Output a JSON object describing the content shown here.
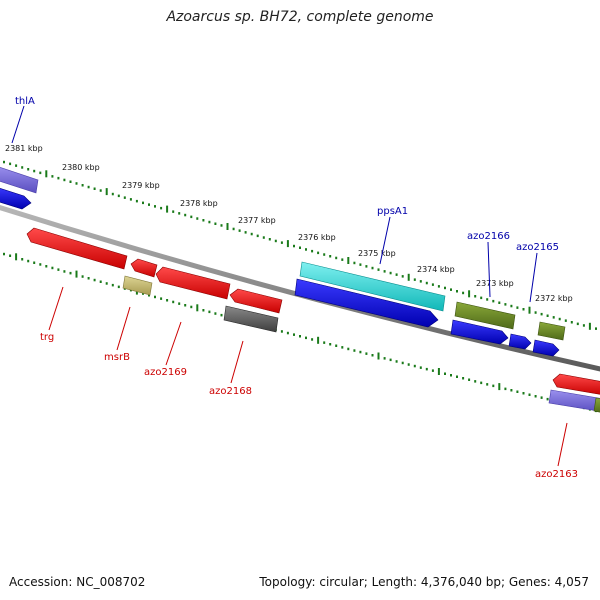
{
  "title": "Azoarcus sp. BH72, complete genome",
  "footer": {
    "accession": "Accession: NC_008702",
    "summary": "Topology: circular; Length: 4,376,040 bp; Genes: 4,057"
  },
  "colors": {
    "backbone": "#808080",
    "ticks": "#1a7a1a",
    "forward_label": "#0000aa",
    "reverse_label": "#cc0000"
  },
  "ruler_labels": [
    "2381 kbp",
    "2380 kbp",
    "2379 kbp",
    "2378 kbp",
    "2377 kbp",
    "2376 kbp",
    "2375 kbp",
    "2374 kbp",
    "2373 kbp",
    "2372 kbp"
  ],
  "gene_labels": {
    "forward": [
      "thlA",
      "ppsA1",
      "azo2166",
      "azo2165"
    ],
    "reverse": [
      "trg",
      "msrB",
      "azo2169",
      "azo2168",
      "azo2163"
    ]
  }
}
